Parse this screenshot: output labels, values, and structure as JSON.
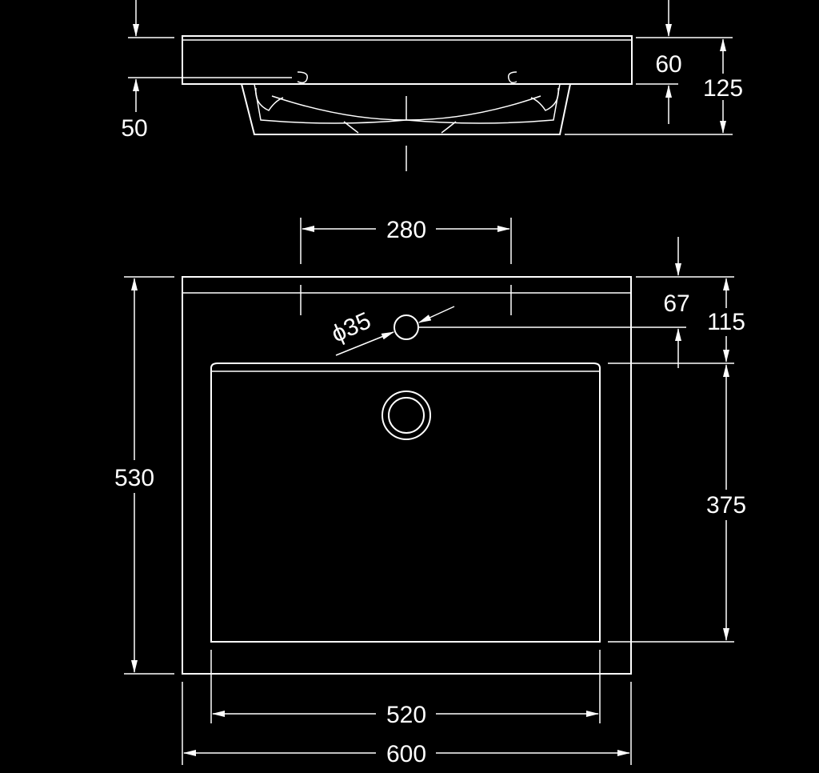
{
  "dimensions": {
    "side_view": {
      "depth_overall": "125",
      "rim_height": "60",
      "overflow_offset": "50"
    },
    "plan_view": {
      "tap_hole_spacing": "280",
      "tap_hole_diameter": "ϕ35",
      "rim_to_tap_hole": "67",
      "rim_to_basin": "115",
      "overall_depth": "530",
      "basin_depth": "375",
      "basin_width": "520",
      "overall_width": "600"
    }
  },
  "colors": {
    "background": "#000000",
    "line": "#ffffff"
  }
}
